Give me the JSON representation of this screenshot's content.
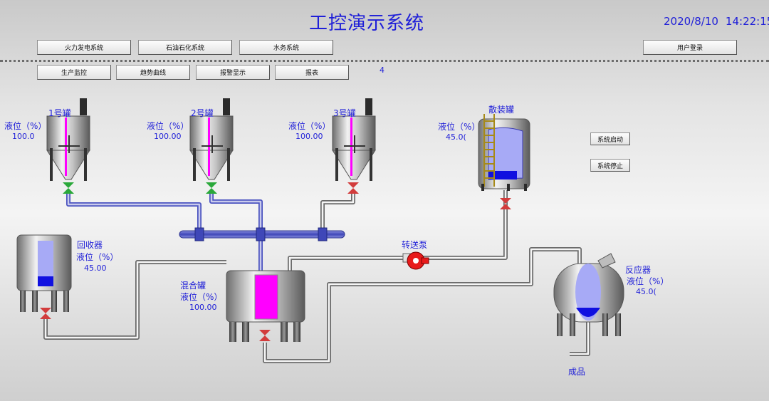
{
  "header": {
    "title": "工控演示系统",
    "date": "2020/8/10",
    "time": "14:22:15",
    "counter": "4"
  },
  "nav_top": [
    "火力发电系统",
    "石油石化系统",
    "水务系统"
  ],
  "login_label": "用户登录",
  "nav_second": [
    "生产监控",
    "趋势曲线",
    "报警显示",
    "报表"
  ],
  "controls": {
    "start": "系统启动",
    "stop": "系统停止"
  },
  "tanks": [
    {
      "name": "1号罐",
      "level_label": "液位（%）",
      "level": "100.0",
      "fill": 1.0,
      "valve": "open"
    },
    {
      "name": "2号罐",
      "level_label": "液位（%）",
      "level": "100.00",
      "fill": 1.0,
      "valve": "open"
    },
    {
      "name": "3号罐",
      "level_label": "液位（%）",
      "level": "100.00",
      "fill": 1.0,
      "valve": "closed"
    }
  ],
  "bulk_tank": {
    "name": "散装罐",
    "level_label": "液位（%）",
    "level": "45.0(",
    "fill": 0.45
  },
  "recycler": {
    "name": "回收器",
    "level_label": "液位（%）",
    "level": "45.00",
    "fill": 0.45
  },
  "mixer": {
    "name": "混合罐",
    "level_label": "液位（%）",
    "level": "100.00",
    "fill": 1.0
  },
  "pump": {
    "name": "转送泵"
  },
  "reactor": {
    "name": "反应器",
    "level_label": "液位（%）",
    "level": "45.0(",
    "fill": 0.45
  },
  "product_label": "成品",
  "colors": {
    "title": "#1f1fd8",
    "magenta_fill": "#ff00ff",
    "blue_fill": "#1010e0",
    "valve_open": "#2aa83a",
    "valve_closed": "#d23c3c",
    "pipe_blue": "#5c63c8"
  }
}
